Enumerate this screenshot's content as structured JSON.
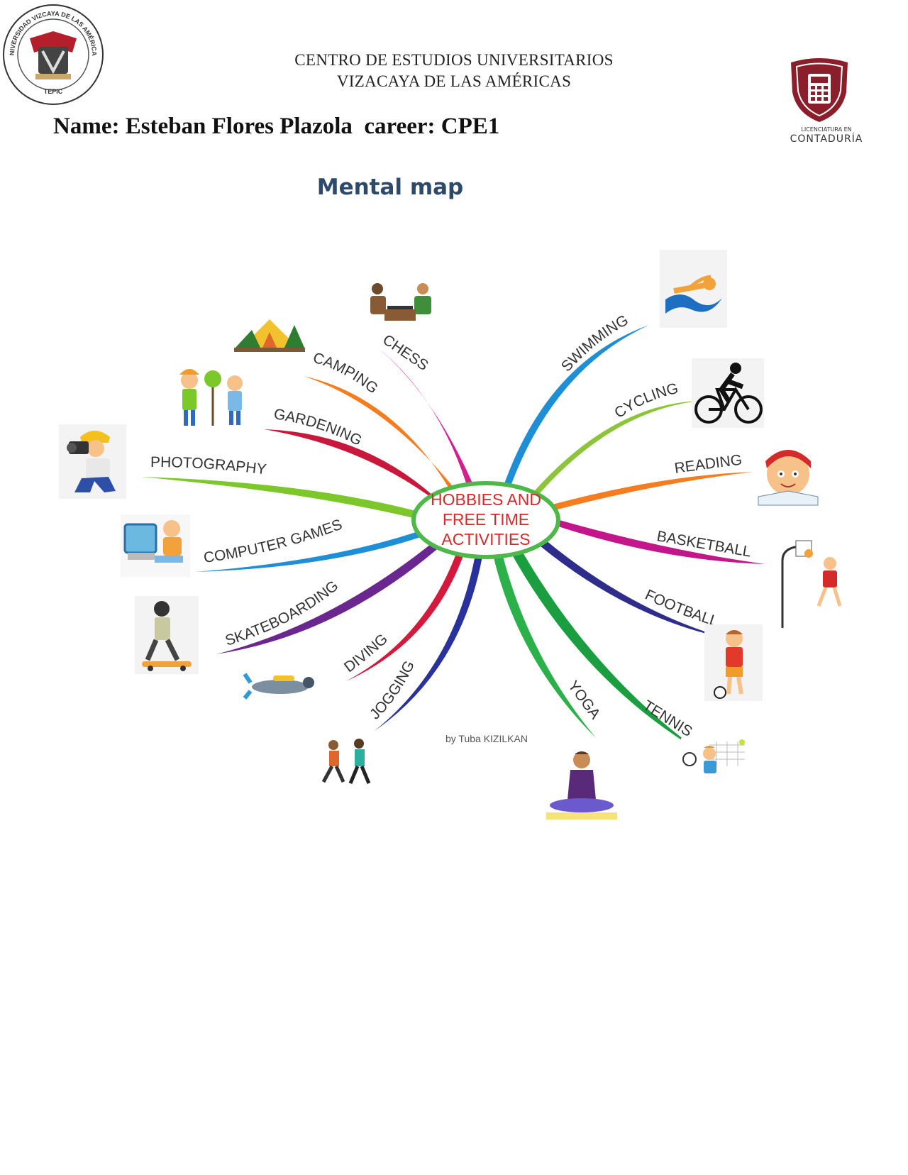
{
  "header": {
    "institution_line1": "CENTRO DE ESTUDIOS UNIVERSITARIOS",
    "institution_line2": "VIZACAYA DE LAS AMÉRICAS",
    "student_line": "Name: Esteban Flores Plazola  career: CPE1",
    "left_logo": {
      "ring_text": "UNIVERSIDAD VIZCAYA DE LAS AMÉRICAS",
      "bottom_text": "TEPIC",
      "icon": "university-seal-icon"
    },
    "right_logo": {
      "line1": "LICENCIATURA EN",
      "line2": "CONTADURÍA",
      "icon": "calculator-shield-icon"
    }
  },
  "title": "Mental map",
  "mindmap": {
    "center": {
      "line1": "HOBBIES AND",
      "line2": "FREE TIME",
      "line3": "ACTIVITIES"
    },
    "credit": "by Tuba KIZILKAN",
    "branches": [
      {
        "label": "CHESS",
        "color": "#d41f8c",
        "icon": "chess-players-icon"
      },
      {
        "label": "CAMPING",
        "color": "#f57c1f",
        "icon": "tent-icon"
      },
      {
        "label": "GARDENING",
        "color": "#c8193c",
        "icon": "gardening-kids-icon"
      },
      {
        "label": "PHOTOGRAPHY",
        "color": "#7cc72a",
        "icon": "camera-icon"
      },
      {
        "label": "COMPUTER GAMES",
        "color": "#1e8fd6",
        "icon": "computer-icon"
      },
      {
        "label": "SKATEBOARDING",
        "color": "#6a2790",
        "icon": "skateboard-icon"
      },
      {
        "label": "DIVING",
        "color": "#d4193c",
        "icon": "diver-icon"
      },
      {
        "label": "JOGGING",
        "color": "#28329a",
        "icon": "runners-icon"
      },
      {
        "label": "YOGA",
        "color": "#2bb04a",
        "icon": "meditation-icon"
      },
      {
        "label": "TENNIS",
        "color": "#1a9e40",
        "icon": "tennis-icon"
      },
      {
        "label": "FOOTBALL",
        "color": "#2f2d8c",
        "icon": "football-icon"
      },
      {
        "label": "BASKETBALL",
        "color": "#c3168a",
        "icon": "basketball-icon"
      },
      {
        "label": "READING",
        "color": "#f57c1f",
        "icon": "book-reader-icon"
      },
      {
        "label": "CYCLING",
        "color": "#8cc43a",
        "icon": "bicycle-icon"
      },
      {
        "label": "SWIMMING",
        "color": "#1e8fd6",
        "icon": "swimmer-icon"
      }
    ]
  }
}
